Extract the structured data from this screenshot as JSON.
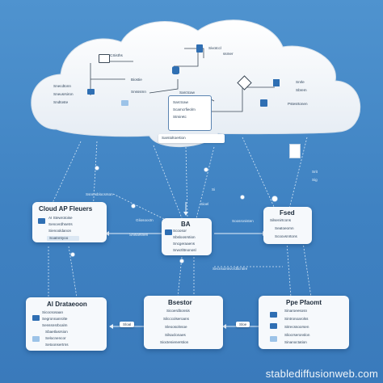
{
  "cloud": {
    "labels": {
      "top_left": "CSisths",
      "top_right": "Sivotccl",
      "left_1": "Snecdtonn",
      "left_2": "Sneusrsiron",
      "left_3": "Sndtoste",
      "center_1": "Biostie",
      "center_2": "Snsssmn",
      "mid_1": "Sarctcaw",
      "mid_2": "Scamcrfieolm",
      "mid_3": "Stmiretc",
      "bottom_bar": "Sarstoltoertion",
      "right_1": "Snrle",
      "right_2": "Sbrem",
      "right_3": "Pstesrtonen",
      "chip_caption": "Sdtssn",
      "top_small": "ssmer"
    }
  },
  "wires": {
    "left_cluster": "Ssnmsblocsrson",
    "cloud_gateway": "Gliosooctn",
    "center_left": "Sninarsnen",
    "right_cluster": "Soosronisten",
    "lower_mid": "Secnsuinsvcrdlicntire",
    "right_top": "Srit",
    "right_mid": "Sig",
    "center_tag": "Si",
    "stub_mid": "Sioel"
  },
  "boxes": {
    "cloud_api": {
      "title": "Cloud AP Fleuers",
      "lines": [
        "AI Stewrotoise",
        "Sencerdhsetrs",
        "Sienooldanon"
      ],
      "bar": "Soatnntyoo"
    },
    "ba": {
      "title": "BA",
      "lines": [
        "Scoosor",
        "Sbsloosrstion",
        "Sncgeraaens",
        "Srwctlttnonosl"
      ]
    },
    "feed": {
      "title": "Fsed",
      "lines": [
        "Silsenirtcons",
        "Seatoeomn",
        "Scoovsnrtons"
      ]
    },
    "ai_datastore": {
      "title": "Al Drataeoon",
      "lines": [
        "Sicocsosaan",
        "Segronnanrolte",
        "Senssnsrbcalm",
        "Sbaetlasrsion",
        "Selocnencor",
        "Setoonsertrns"
      ],
      "pill": "Sloal"
    },
    "bsestor": {
      "title": "Bsestor",
      "lines": [
        "Sicoerdbonsis",
        "Silcccolseroans",
        "Sleoosolnsoe",
        "Silsaclonaes",
        "Sioctenienerstion"
      ],
      "pill": "Sloe"
    },
    "pipeform": {
      "title": "Ppe Pfaomt",
      "lines": [
        "Sinaroeesosn",
        "Sintronoarolss",
        "Sitrecssoorsen",
        "Sliocrseronslon",
        "Sinanoctation"
      ]
    }
  },
  "footer": {
    "watermark": "stablediffusionweb.com"
  }
}
